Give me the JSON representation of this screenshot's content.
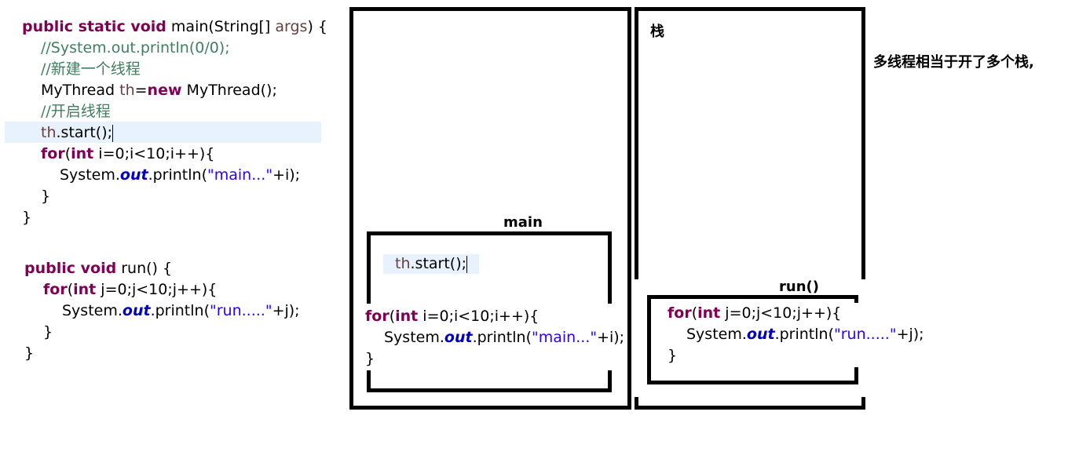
{
  "code": {
    "main_sig": {
      "kw": "public static void",
      "rest": " main(String[] ",
      "args": "args",
      "tail": ") {"
    },
    "comment1": "//System.out.println(0/0);",
    "comment2": "//新建一个线程",
    "new_line": {
      "pre": "MyThread ",
      "var": "th",
      "mid": "=",
      "kw": "new",
      "post": " MyThread();"
    },
    "comment3": "//开启线程",
    "start_line": {
      "var": "th",
      "post": ".start();"
    },
    "for_main": {
      "kw1": "for",
      "p1": "(",
      "kw2": "int",
      "p2": " i=0;i<10;i++){"
    },
    "print_main": {
      "pre": "System.",
      "fld": "out",
      "mid": ".println(",
      "str": "\"main...\"",
      "post": "+i);"
    },
    "close1": "}",
    "close2": "}",
    "run_sig": {
      "kw": "public void",
      "rest": " run() {"
    },
    "for_run": {
      "kw1": "for",
      "p1": "(",
      "kw2": "int",
      "p2": " j=0;j<10;j++){"
    },
    "print_run": {
      "pre": "System.",
      "fld": "out",
      "mid": ".println(",
      "str": "\"run.....\"",
      "post": "+j);"
    },
    "close3": "}",
    "close4": "}"
  },
  "diagram": {
    "stack_label": "栈",
    "main_label": "main",
    "run_label": "run()",
    "note": "多线程相当于开了多个栈,"
  }
}
